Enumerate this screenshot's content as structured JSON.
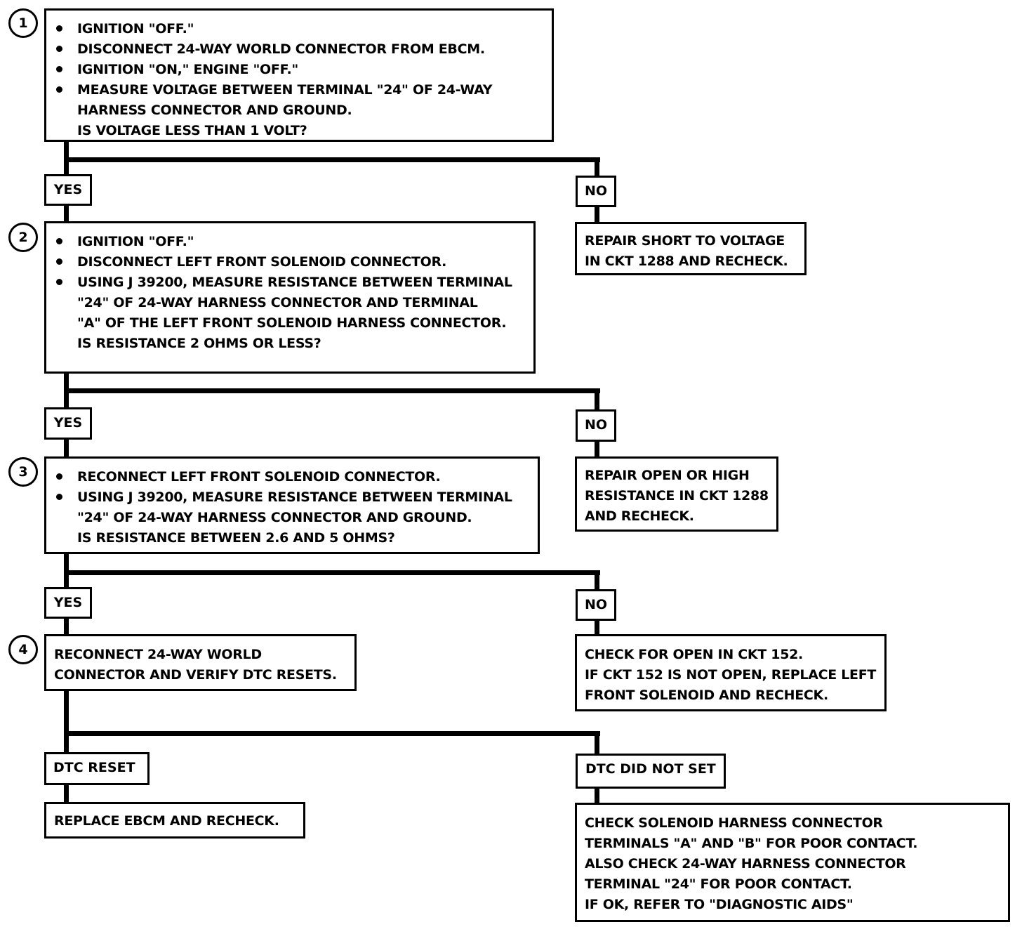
{
  "steps": [
    {
      "number": "1",
      "bullets": [
        "IGNITION \"OFF.\"",
        "DISCONNECT 24-WAY WORLD CONNECTOR FROM EBCM.",
        "IGNITION \"ON,\" ENGINE \"OFF.\"",
        "MEASURE VOLTAGE BETWEEN TERMINAL \"24\" OF 24-WAY"
      ],
      "continuation": "HARNESS CONNECTOR AND GROUND.",
      "question": "IS VOLTAGE LESS THAN 1 VOLT?",
      "yes_label": "YES",
      "no_label": "NO",
      "no_result": [
        "REPAIR SHORT TO VOLTAGE",
        "IN CKT 1288 AND RECHECK."
      ]
    },
    {
      "number": "2",
      "bullets": [
        "IGNITION \"OFF.\"",
        "DISCONNECT LEFT FRONT SOLENOID CONNECTOR.",
        "USING J 39200, MEASURE RESISTANCE BETWEEN TERMINAL"
      ],
      "continuation": [
        "\"24\" OF 24-WAY HARNESS CONNECTOR AND TERMINAL",
        "\"A\" OF THE LEFT FRONT SOLENOID HARNESS CONNECTOR."
      ],
      "question": "IS RESISTANCE 2 OHMS OR LESS?",
      "yes_label": "YES",
      "no_label": "NO",
      "no_result": [
        "REPAIR OPEN OR HIGH",
        "RESISTANCE IN CKT 1288",
        "AND RECHECK."
      ]
    },
    {
      "number": "3",
      "bullets": [
        "RECONNECT LEFT FRONT SOLENOID CONNECTOR.",
        "USING J 39200, MEASURE RESISTANCE BETWEEN TERMINAL"
      ],
      "continuation": "\"24\" OF 24-WAY HARNESS CONNECTOR AND GROUND.",
      "question": "IS RESISTANCE BETWEEN 2.6 AND 5 OHMS?",
      "yes_label": "YES",
      "no_label": "NO",
      "no_result": [
        "CHECK FOR OPEN IN CKT 152.",
        "IF CKT 152 IS NOT OPEN, REPLACE LEFT",
        "FRONT SOLENOID AND RECHECK."
      ]
    },
    {
      "number": "4",
      "lines": [
        "RECONNECT 24-WAY WORLD",
        "CONNECTOR AND VERIFY DTC RESETS."
      ],
      "yes_label": "DTC RESET",
      "yes_result": "REPLACE EBCM AND RECHECK.",
      "no_label": "DTC DID NOT SET",
      "no_result": [
        "CHECK SOLENOID HARNESS CONNECTOR",
        "TERMINALS \"A\" AND \"B\" FOR POOR CONTACT.",
        "ALSO CHECK 24-WAY HARNESS CONNECTOR",
        "TERMINAL \"24\" FOR POOR CONTACT.",
        "IF OK, REFER TO \"DIAGNOSTIC AIDS\""
      ]
    }
  ]
}
